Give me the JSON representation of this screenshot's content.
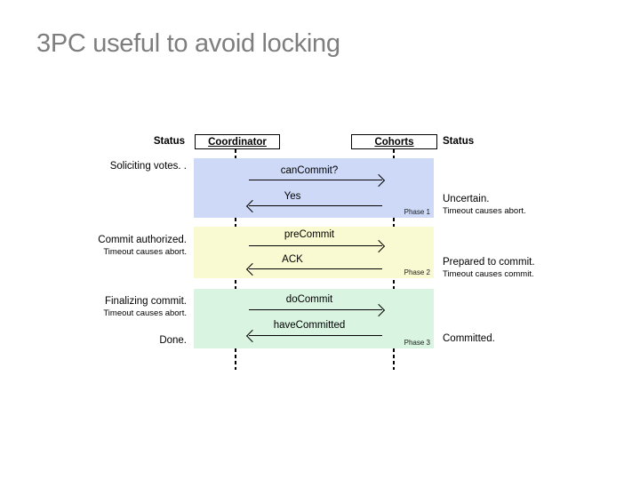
{
  "slide": {
    "title": "3PC useful to avoid locking"
  },
  "colors": {
    "background": "#ffffff",
    "title_text": "#7e7e7e",
    "phase1_band": "#cdd9f6",
    "phase2_band": "#f9f9d2",
    "phase3_band": "#d9f4e1",
    "line": "#000000"
  },
  "header": {
    "status_left": "Status",
    "coordinator": "Coordinator",
    "cohorts": "Cohorts",
    "status_right": "Status"
  },
  "phases": [
    {
      "phase_label": "Phase 1",
      "coordinator_status": "Soliciting votes. .",
      "cohorts_status": "Uncertain.",
      "cohorts_note": "Timeout causes abort.",
      "messages": [
        {
          "label": "canCommit?",
          "direction": "right"
        },
        {
          "label": "Yes",
          "direction": "left"
        }
      ]
    },
    {
      "phase_label": "Phase 2",
      "coordinator_status": "Commit authorized.",
      "coordinator_note": "Timeout causes abort.",
      "cohorts_status": "Prepared to commit.",
      "cohorts_note": "Timeout causes commit.",
      "messages": [
        {
          "label": "preCommit",
          "direction": "right"
        },
        {
          "label": "ACK",
          "direction": "left"
        }
      ]
    },
    {
      "phase_label": "Phase 3",
      "coordinator_status": "Finalizing commit.",
      "coordinator_note": "Timeout causes abort.",
      "coordinator_status_end": "Done.",
      "cohorts_status": "Committed.",
      "messages": [
        {
          "label": "doCommit",
          "direction": "right"
        },
        {
          "label": "haveCommitted",
          "direction": "left"
        }
      ]
    }
  ]
}
